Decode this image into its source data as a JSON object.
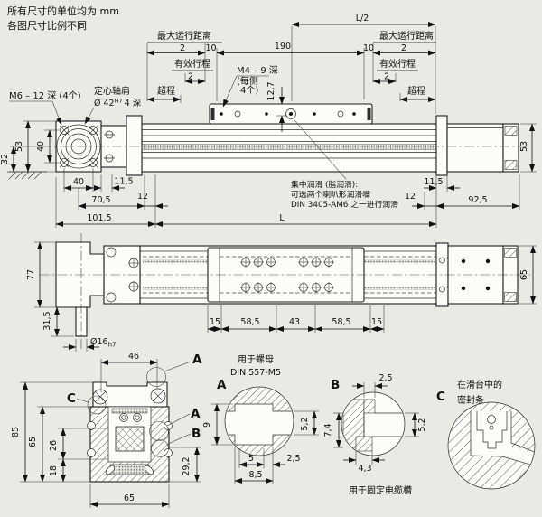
{
  "colors": {
    "background": "#e9e9e5",
    "line": "#1c1c1c",
    "part_fill": "#fcfcfa"
  },
  "notes": {
    "line1": "所有尺寸的单位均为 mm",
    "line2": "各图尺寸比例不同"
  },
  "side_view": {
    "l_half": "L/2",
    "span_190": "190",
    "left_block": {
      "max_travel": "最大运行距离",
      "max_travel_den": "2",
      "gap": "10",
      "stroke": "有效行程",
      "stroke_den": "2",
      "overtravel": "超程"
    },
    "right_block": {
      "max_travel": "最大运行距离",
      "max_travel_den": "2",
      "gap": "10",
      "stroke": "有效行程",
      "stroke_den": "2",
      "overtravel": "超程"
    },
    "callout_m6": "M6 – 12 深 (4个)",
    "callout_shoulder": "定心轴肩",
    "shoulder_dia_pre": "Ø 42",
    "shoulder_dia_sup": "H7",
    "shoulder_dia_post": "4 深",
    "callout_m4_line1": "M4 – 9 深",
    "callout_m4_line2": "(每侧",
    "callout_m4_line3": "4个)",
    "dim_12_7": "12,7",
    "dim_53_left": "53",
    "dim_40_left": "40",
    "dim_32": "32",
    "dim_40_bottom": "40",
    "dim_11_5_left": "11,5",
    "dim_70_5": "70,5",
    "dim_12_left": "12",
    "dim_101_5": "101,5",
    "dim_L": "L",
    "dim_53_right": "53",
    "dim_11_5_right": "11,5",
    "dim_12_right": "12",
    "dim_92_5": "92,5",
    "lube_line1": "集中润滑 (脂润滑):",
    "lube_line2": "可选两个喇叭形润滑嘴",
    "lube_line3": "DIN 3405-AM6 之一进行润滑"
  },
  "plan_view": {
    "dim_77": "77",
    "dim_31_5": "31,5",
    "shaft_dia_pre": "Ø16",
    "shaft_dia_sub": "h7",
    "dim_15_left": "15",
    "dim_58_5_left": "58,5",
    "dim_43": "43",
    "dim_58_5_right": "58,5",
    "dim_15_right": "15",
    "dim_65": "65"
  },
  "section_view": {
    "dim_46": "46",
    "dim_85": "85",
    "dim_65_side": "65",
    "dim_26": "26",
    "dim_18": "18",
    "dim_29_2": "29,2",
    "dim_65_bottom": "65",
    "balloon_a_top": "A",
    "balloon_c": "C",
    "balloon_a_mid": "A",
    "balloon_b": "B"
  },
  "detail_a": {
    "label": "A",
    "title_line1": "用于螺母",
    "title_line2": "DIN 557-M5",
    "dim_9": "9",
    "dim_5_2": "5,2",
    "dim_5": "5",
    "dim_2_5": "2,5",
    "dim_8_5": "8,5"
  },
  "detail_b": {
    "label": "B",
    "dim_2_5": "2,5",
    "dim_7_4": "7,4",
    "dim_4_3": "4,3",
    "dim_5_2": "5,2",
    "caption": "用于固定电缆槽"
  },
  "detail_c": {
    "label": "C",
    "caption_line1": "在滑台中的",
    "caption_line2": "密封条"
  }
}
